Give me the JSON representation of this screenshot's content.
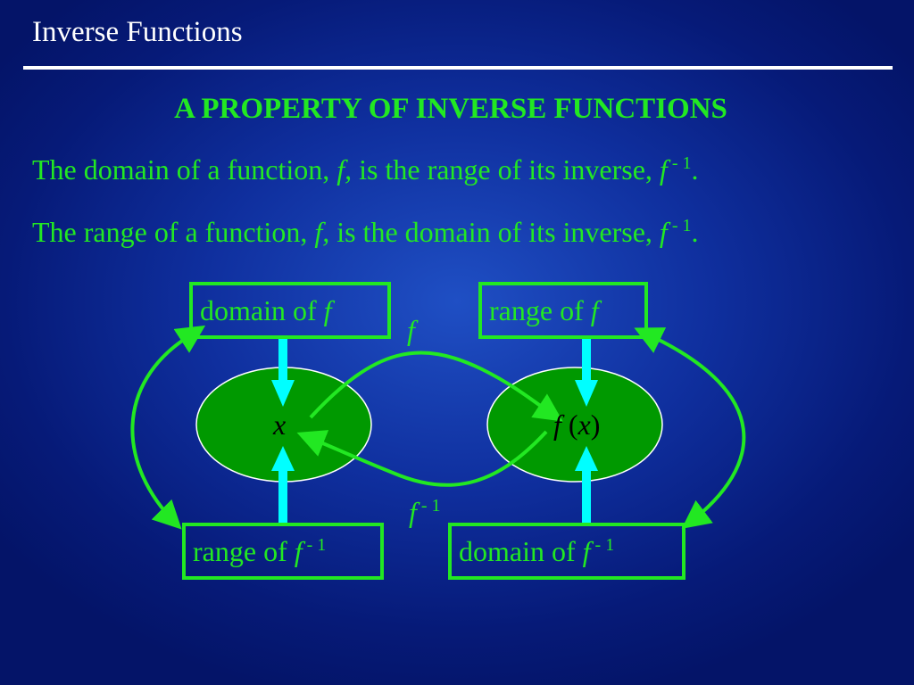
{
  "slide": {
    "title": "Inverse Functions",
    "heading": "A PROPERTY OF INVERSE FUNCTIONS",
    "line1": {
      "prefix": "The domain of a function, ",
      "f": "f,",
      "middle": "  is the range of its inverse, ",
      "f_inv": "f",
      "exp": " - 1",
      "end": "."
    },
    "line2": {
      "prefix": "The range of a function, ",
      "f": "f,",
      "middle": "  is the domain of its inverse, ",
      "f_inv": "f",
      "exp": " - 1",
      "end": "."
    }
  },
  "diagram": {
    "box_domain_f": {
      "text": "domain of ",
      "f": "f"
    },
    "box_range_f": {
      "text": "range of ",
      "f": "f"
    },
    "box_range_finv": {
      "text": "range of ",
      "f": "f",
      "exp": " - 1"
    },
    "box_domain_finv": {
      "text": "domain of ",
      "f": "f",
      "exp": " - 1"
    },
    "node_x": "x",
    "node_fx": {
      "f": "f",
      "open": " (",
      "x": "x",
      "close": ")"
    },
    "label_f": "f",
    "label_finv": {
      "f": "f",
      "exp": " - 1"
    }
  },
  "colors": {
    "background": "#0f2f9e",
    "text_green": "#22e822",
    "ellipse_fill": "#009900",
    "cyan_arrow": "#00ffff",
    "white": "#ffffff"
  }
}
